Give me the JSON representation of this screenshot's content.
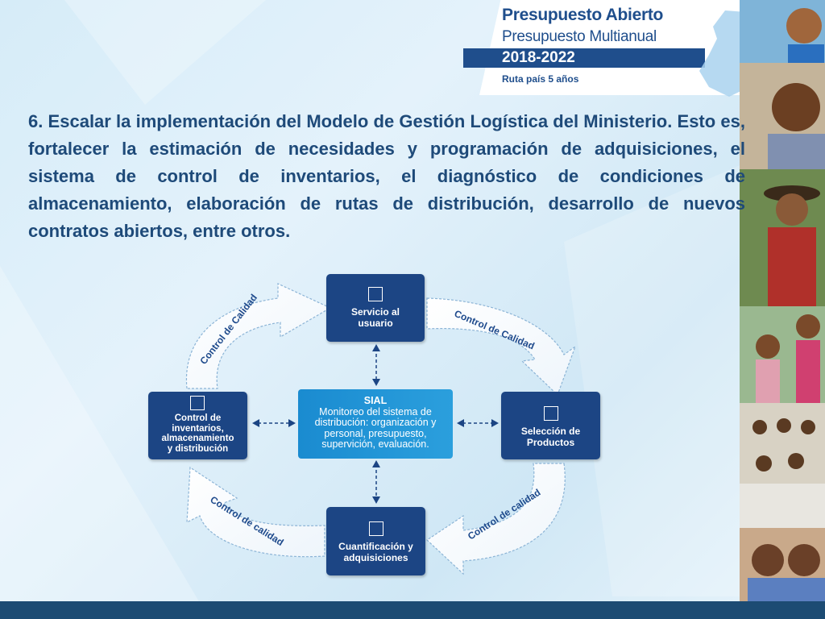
{
  "header": {
    "title": "Presupuesto Abierto",
    "subtitle": "Presupuesto Multianual",
    "years": "2018-2022",
    "route": "Ruta país 5 años"
  },
  "paragraph": "6. Escalar la implementación del Modelo de Gestión Logística del Ministerio. Esto es, fortalecer la estimación de necesidades y programación de adquisiciones, el sistema de control de inventarios, el diagnóstico de condiciones de almacenamiento, elaboración de rutas de distribución, desarrollo de nuevos contratos abiertos, entre otros.",
  "diagram": {
    "top": "Servicio al usuario",
    "right": "Selección de Productos",
    "bottom": "Cuantificación y adquisiciones",
    "left": "Control de inventarios, almacenamiento y distribución",
    "center_title": "SIAL",
    "center_text": "Monitoreo del sistema de distribución: organización y personal, presupuesto, supervición, evaluación.",
    "arrow_top_left": "Control de Calidad",
    "arrow_top_right": "Control de Calidad",
    "arrow_bottom_right": "Control de calidad",
    "arrow_bottom_left": "Control de calidad"
  },
  "colors": {
    "primary": "#1c4584",
    "accent": "#1a8bd0",
    "text": "#1e4a79"
  }
}
